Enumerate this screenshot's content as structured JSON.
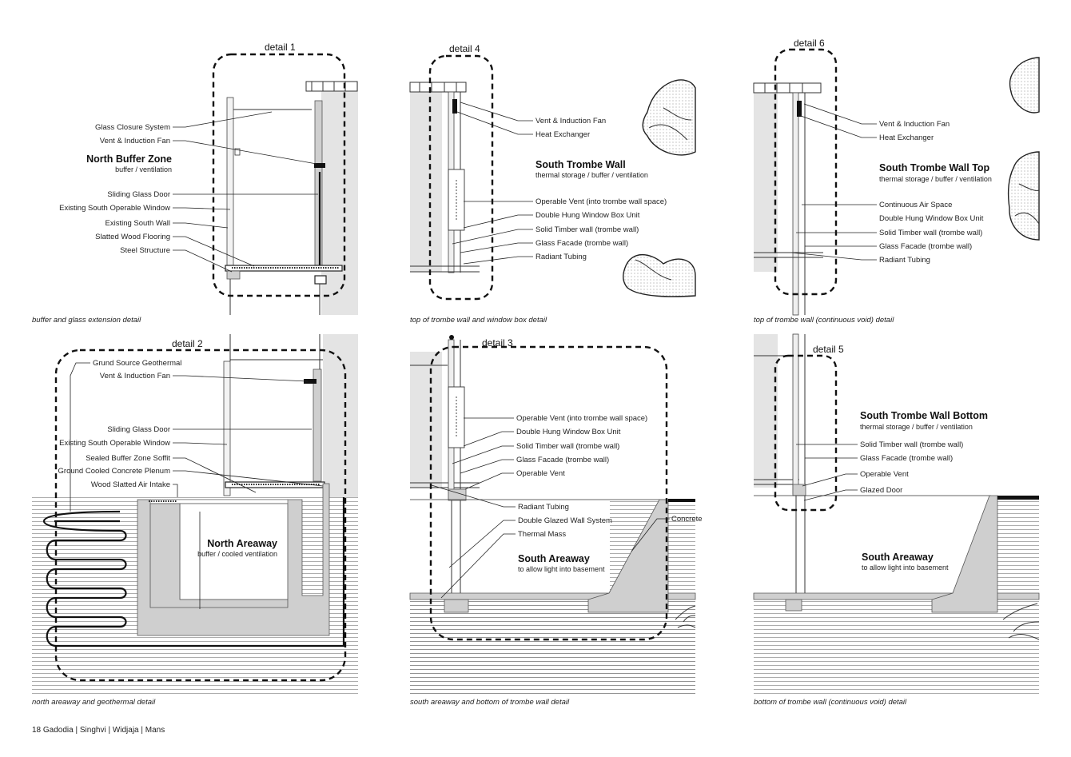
{
  "details": {
    "d1": "detail 1",
    "d2": "detail 2",
    "d3": "detail 3",
    "d4": "detail 4",
    "d5": "detail 5",
    "d6": "detail 6"
  },
  "panel_1": {
    "title": "North Buffer Zone",
    "subtitle": "buffer / ventilation",
    "caption": "buffer and glass extension detail",
    "labels": [
      "Glass Closure System",
      "Vent & Induction Fan",
      "Sliding Glass Door",
      "Existing South Operable Window",
      "Existing South Wall",
      "Slatted Wood Flooring",
      "Steel Structure"
    ]
  },
  "panel_2": {
    "title": "South Trombe Wall",
    "subtitle": "thermal storage / buffer / ventilation",
    "caption": "top of trombe wall and window box detail",
    "labels": [
      "Vent & Induction Fan",
      "Heat Exchanger",
      "Operable Vent (into trombe wall space)",
      "Double Hung Window Box Unit",
      "Solid Timber wall (trombe wall)",
      "Glass Facade (trombe wall)",
      "Radiant Tubing"
    ]
  },
  "panel_3": {
    "title": "South Trombe Wall Top",
    "subtitle": "thermal storage / buffer / ventilation",
    "caption": "top of trombe wall (continuous void) detail",
    "labels": [
      "Vent & Induction Fan",
      "Heat Exchanger",
      "Continuous Air Space",
      "Double Hung Window Box Unit",
      "Solid Timber wall (trombe wall)",
      "Glass Facade (trombe wall)",
      "Radiant Tubing"
    ]
  },
  "panel_4": {
    "title": "North Areaway",
    "subtitle": "buffer / cooled ventilation",
    "caption": "north areaway and geothermal detail",
    "labels": [
      "Grund Source Geothermal",
      "Vent & Induction Fan",
      "Sliding Glass Door",
      "Existing South Operable Window",
      "Sealed Buffer Zone Soffit",
      "Ground Cooled Concrete Plenum",
      "Wood Slatted Air Intake"
    ]
  },
  "panel_5": {
    "title": "South Areaway",
    "subtitle": "to allow light into basement",
    "caption": "south areaway and bottom of trombe wall detail",
    "labels": [
      "Operable Vent (into trombe wall space)",
      "Double Hung Window Box Unit",
      "Solid Timber wall (trombe wall)",
      "Glass Facade (trombe wall)",
      "Operable Vent",
      "Radiant Tubing",
      "Double Glazed Wall System",
      "Thermal Mass"
    ],
    "concrete_label": "Concrete"
  },
  "panel_6": {
    "title": "South Trombe Wall Bottom",
    "subtitle": "thermal storage / buffer / ventilation",
    "caption": "bottom of trombe wall (continuous void) detail",
    "labels": [
      "Solid Timber wall (trombe wall)",
      "Glass Facade (trombe wall)",
      "Operable Vent",
      "Glazed Door"
    ],
    "areaway_title": "South Areaway",
    "areaway_subtitle": "to allow light into basement"
  },
  "footer": "18  Gadodia | Singhvi | Widjaja | Mans"
}
